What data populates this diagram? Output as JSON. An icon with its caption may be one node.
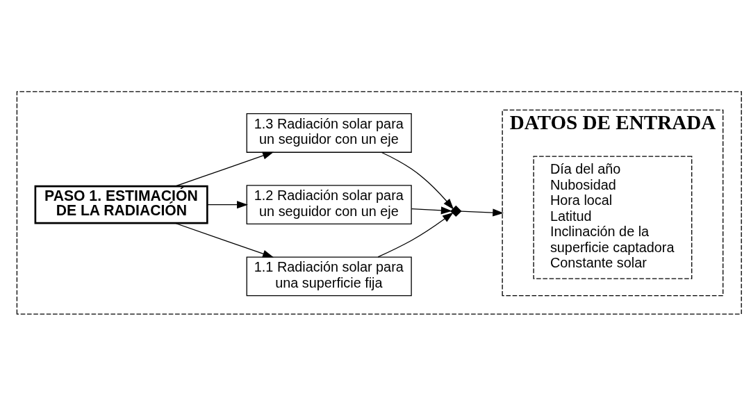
{
  "diagram": {
    "nodes": [
      {
        "text": [],
        "shape": "box"
      },
      {
        "text": [
          "PASO 1. ESTIMACIÓN DE LA RADIACIÓN"
        ],
        "in": 0
      },
      {
        "text": [
          "1.1 Radiación solar para una superficie fija"
        ],
        "in": 0
      },
      {
        "text": [
          "1.2 Radiación solar para un seguidor con un eje"
        ],
        "in": 0
      },
      {
        "text": [
          "1.3 Radiación solar para un seguidor con un eje"
        ],
        "in": 0
      },
      {
        "text": [],
        "shape": "diamond",
        "in": 0
      },
      {
        "text": [
          "DATOS DE ENTRADA"
        ],
        "in": 0
      },
      {
        "text": [
          "Día del año",
          "Nubosidad",
          "Hora local",
          "Latitud",
          "Inclinación de la superficie captadora",
          "Constante solar"
        ],
        "in": 6
      }
    ],
    "edges": [
      {
        "from": 1,
        "to": 2,
        "arrow": "to"
      },
      {
        "from": 1,
        "to": 3,
        "arrow": "to"
      },
      {
        "from": 1,
        "to": 4,
        "arrow": "to"
      },
      {
        "from": 2,
        "to": 5,
        "arrow": "to"
      },
      {
        "from": 3,
        "to": 5,
        "arrow": "to"
      },
      {
        "from": 4,
        "to": 5,
        "arrow": "to"
      },
      {
        "from": 5,
        "to": 6,
        "arrow": "to"
      }
    ]
  }
}
